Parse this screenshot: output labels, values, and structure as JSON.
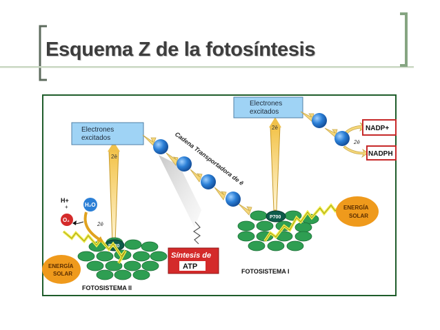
{
  "slide": {
    "title": "Esquema Z de la fotosíntesis"
  },
  "diagram": {
    "ps2": {
      "excited_label_line1": "Electrones",
      "excited_label_line2": "excitados",
      "electron_label": "2ē",
      "water": "H₂O",
      "oxygen": "O₂",
      "proton": "H+",
      "reaction_center": "P680",
      "energy_line1": "ENERGÍA",
      "energy_line2": "SOLAR",
      "name": "FOTOSISTEMA II"
    },
    "chain": {
      "label": "Cadena Transportadora de ē"
    },
    "atp": {
      "line1": "Síntesis de",
      "line2": "ATP"
    },
    "ps1": {
      "excited_label_line1": "Electrones",
      "excited_label_line2": "excitados",
      "electron_label": "2ē",
      "reaction_center": "P700",
      "energy_line1": "ENERGÍA",
      "energy_line2": "SOLAR",
      "name": "FOTOSISTEMA I",
      "nadp": "NADP+",
      "nadph": "NADPH",
      "nadp_electrons": "2ē"
    },
    "colors": {
      "frame": "#1e5c2a",
      "label_box": "#9fd3f5",
      "electron": "#2b7fd6",
      "pigment": "#2e9e52",
      "sun": "#ef9a1c",
      "arrow": "#f5d77a",
      "atp_box": "#d42a2a",
      "nadp_border": "#c62828"
    }
  }
}
